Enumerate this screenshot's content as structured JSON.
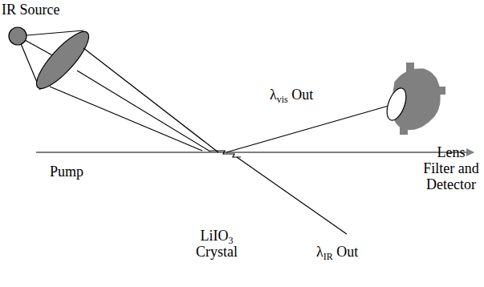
{
  "diagram": {
    "labels": [
      "IR Source",
      "λvis Out",
      "Pump",
      "LiIO3 Crystal",
      "λIR Out",
      "Lens Filter and Detector"
    ]
  }
}
